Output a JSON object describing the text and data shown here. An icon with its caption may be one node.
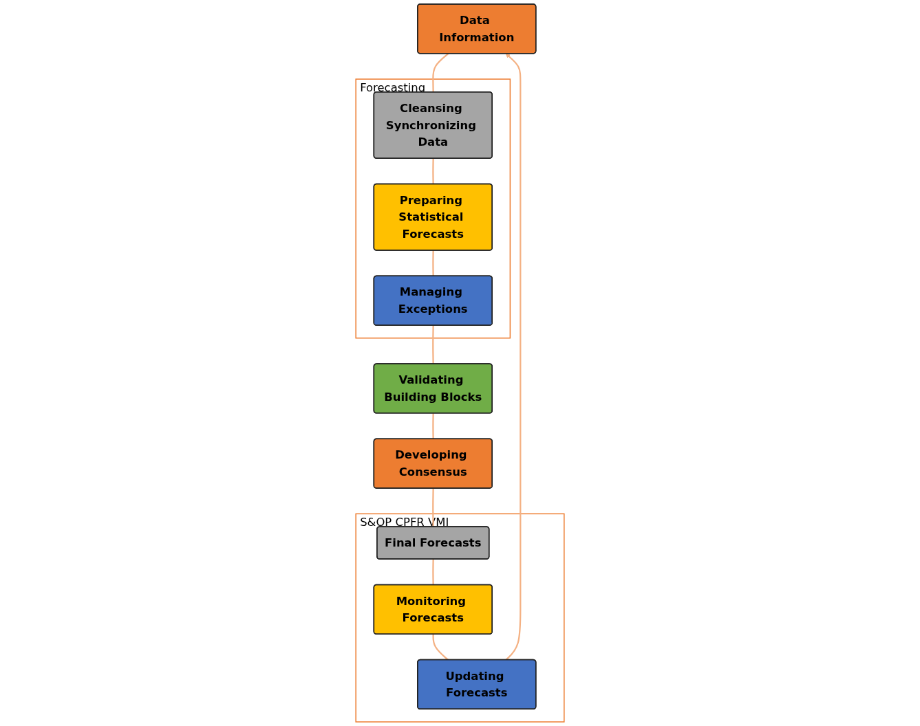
{
  "diagram": {
    "nodes": [
      {
        "text": [
          "Data Information"
        ]
      },
      {
        "text": [
          "S&OP CPFR VMI"
        ]
      },
      {
        "text": [
          "Updating Forecasts"
        ],
        "in": 1
      },
      {
        "text": [
          "Monitoring Forecasts"
        ],
        "in": 1
      },
      {
        "text": [
          "Final Forecasts"
        ],
        "in": 1
      },
      {
        "text": [
          "Forecasting"
        ]
      },
      {
        "text": [
          "Cleansing Synchronizing Data"
        ],
        "in": 5
      },
      {
        "text": [
          "Preparing Statistical Forecasts"
        ],
        "in": 5
      },
      {
        "text": [
          "Managing Exceptions"
        ],
        "in": 5
      },
      {
        "text": [
          "Developing Consensus"
        ]
      },
      {
        "text": [
          "Validating Building Blocks"
        ]
      }
    ],
    "edges": [
      {
        "from": 0,
        "to": 6,
        "arrow": "none"
      },
      {
        "from": 6,
        "to": 7,
        "arrow": "none"
      },
      {
        "from": 7,
        "to": 8,
        "arrow": "none"
      },
      {
        "from": 8,
        "to": 10,
        "arrow": "none"
      },
      {
        "from": 10,
        "to": 9,
        "arrow": "none"
      },
      {
        "from": 9,
        "to": 4,
        "arrow": "none"
      },
      {
        "from": 4,
        "to": 3,
        "arrow": "none"
      },
      {
        "from": 3,
        "to": 2,
        "arrow": "none"
      },
      {
        "from": 2,
        "to": 0,
        "arrow": "to"
      }
    ]
  }
}
